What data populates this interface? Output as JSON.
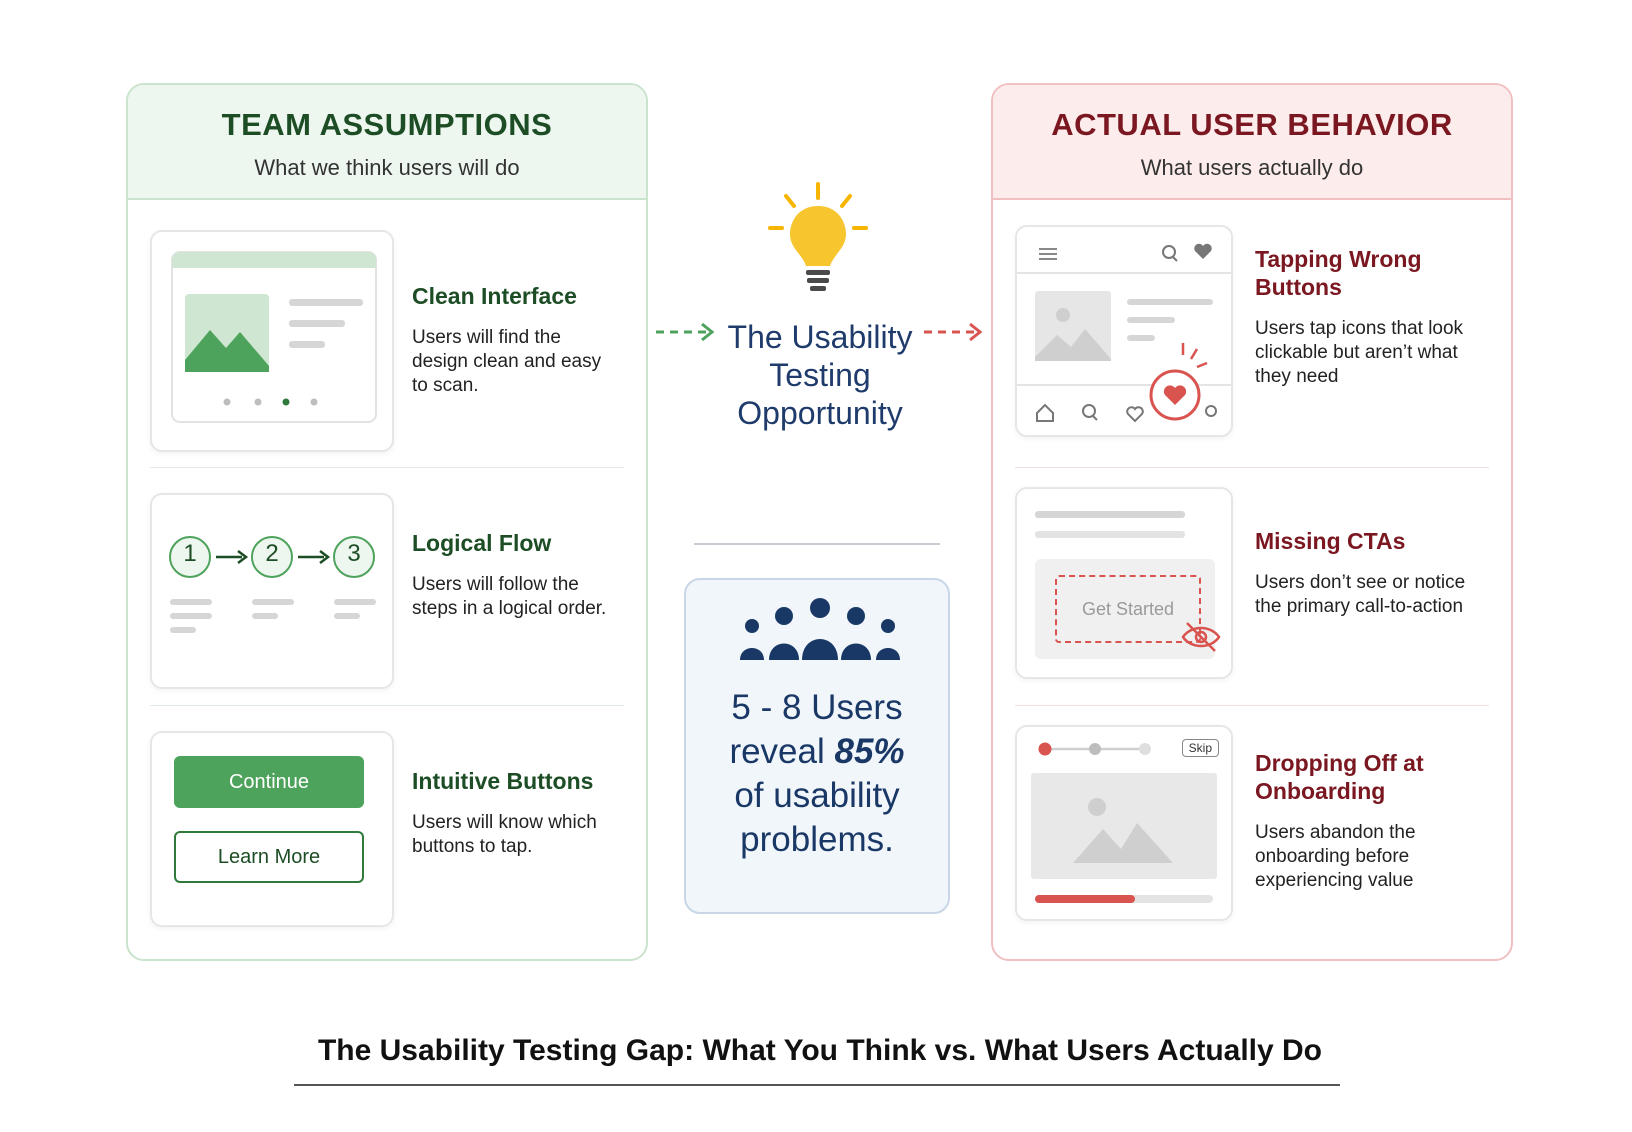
{
  "left_panel": {
    "title": "TEAM ASSUMPTIONS",
    "subtitle": "What we think users will do",
    "items": [
      {
        "title": "Clean Interface",
        "desc": "Users will find the design clean and easy to scan."
      },
      {
        "title": "Logical Flow",
        "desc": "Users will follow the steps in a logical order."
      },
      {
        "title": "Intuitive Buttons",
        "desc": "Users will know which buttons to tap."
      }
    ],
    "steps": [
      "1",
      "2",
      "3"
    ],
    "buttons": {
      "primary": "Continue",
      "secondary": "Learn More"
    }
  },
  "center": {
    "title": "The Usability Testing Opportunity",
    "stat_line1": "5 - 8 Users",
    "stat_reveal": "reveal",
    "stat_percent": "85%",
    "stat_line3": "of usability",
    "stat_line4": "problems."
  },
  "right_panel": {
    "title": "ACTUAL USER BEHAVIOR",
    "subtitle": "What users actually do",
    "items": [
      {
        "title": "Tapping Wrong Buttons",
        "desc": "Users tap icons that look clickable but aren’t what they need"
      },
      {
        "title": "Missing CTAs",
        "desc": "Users don’t see or notice the primary call-to-action"
      },
      {
        "title": "Dropping Off at Onboarding",
        "desc": "Users abandon the onboarding before experiencing value"
      }
    ],
    "cta_label": "Get Started",
    "skip_label": "Skip"
  },
  "caption": "The Usability Testing Gap: What You Think vs. What Users Actually Do",
  "colors": {
    "green": "#4ea35c",
    "red": "#d9534f",
    "navy": "#1a3866",
    "bulb": "#f7c52d"
  }
}
